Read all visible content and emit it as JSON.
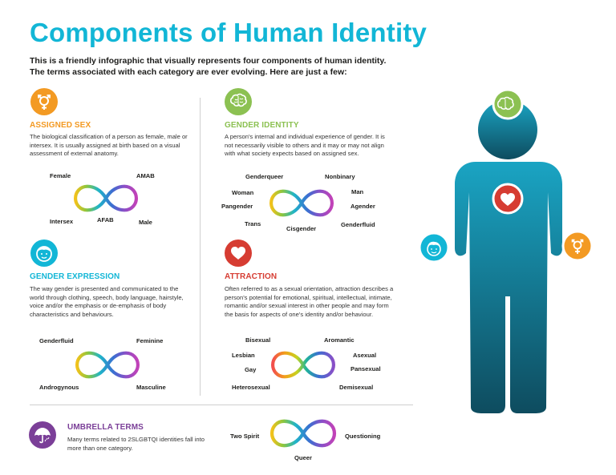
{
  "title": "Components of Human Identity",
  "subtitle": "This is a friendly infographic that visually represents four components of human identity. The terms associated with each category are ever evolving. Here are just a few:",
  "colors": {
    "title": "#12b6d6",
    "assigned_sex": "#f39a23",
    "gender_identity": "#8cc152",
    "gender_expression": "#12b6d6",
    "attraction": "#d63c32",
    "umbrella": "#7b3f98",
    "figure_top": "#1aa4c3",
    "figure_bottom": "#0e4c5f"
  },
  "assigned_sex": {
    "heading": "ASSIGNED SEX",
    "icon": "gender-symbol-icon",
    "description": "The biological classification of a person as female, male or intersex. It is usually assigned at birth based on a visual assessment of external anatomy.",
    "terms": [
      "Female",
      "AMAB",
      "Intersex",
      "AFAB",
      "Male"
    ]
  },
  "gender_identity": {
    "heading": "GENDER IDENTITY",
    "icon": "brain-icon",
    "description": "A person's internal and individual experience of gender. It is not necessarily visible to others and it may or may not align with what society expects based on assigned sex.",
    "terms": [
      "Genderqueer",
      "Nonbinary",
      "Woman",
      "Man",
      "Pangender",
      "Agender",
      "Trans",
      "Cisgender",
      "Genderfluid"
    ]
  },
  "gender_expression": {
    "heading": "GENDER EXPRESSION",
    "icon": "face-icon",
    "description": "The way gender is presented and communicated to the world through clothing, speech, body language, hairstyle, voice and/or the emphasis or de-emphasis of body characteristics and behaviours.",
    "terms": [
      "Genderfluid",
      "Feminine",
      "Androgynous",
      "Masculine"
    ]
  },
  "attraction": {
    "heading": "ATTRACTION",
    "icon": "heart-icon",
    "description": "Often referred to as a sexual orientation, attraction describes a person's potential for emotional, spiritual, intellectual, intimate, romantic and/or sexual interest in other people and may form the basis for aspects of one's identity and/or behaviour.",
    "terms": [
      "Bisexual",
      "Aromantic",
      "Lesbian",
      "Asexual",
      "Gay",
      "Pansexual",
      "Heterosexual",
      "Demisexual"
    ]
  },
  "umbrella_terms": {
    "heading": "UMBRELLA TERMS",
    "icon": "umbrella-icon",
    "description": "Many terms related to 2SLGBTQI identities fall into more than one category.",
    "terms": [
      "Two Spirit",
      "Questioning",
      "Queer"
    ]
  }
}
